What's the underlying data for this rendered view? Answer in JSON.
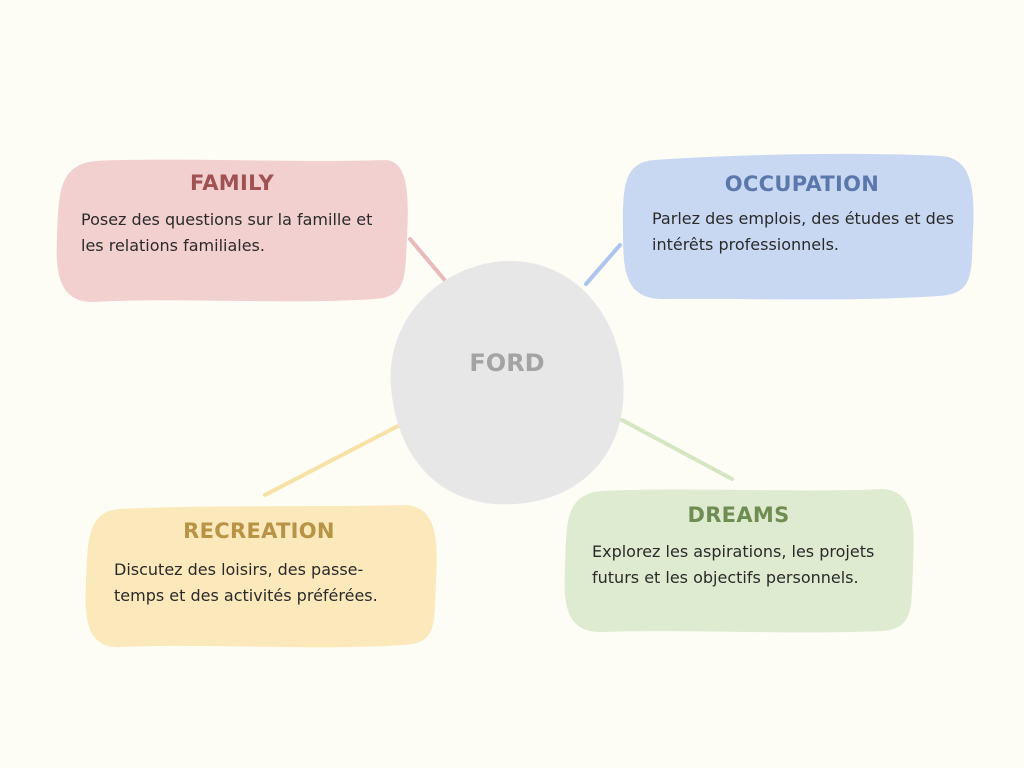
{
  "center": {
    "label": "FORD",
    "fill": "#e7e7e7",
    "text_color": "#a3a3a3"
  },
  "nodes": [
    {
      "id": "family",
      "title": "FAMILY",
      "body": "Posez des questions sur la famille et les relations familiales.",
      "fill": "#f3d0d0",
      "title_color": "#a05252",
      "line_color": "#eab9b9"
    },
    {
      "id": "occupation",
      "title": "OCCUPATION",
      "body": "Parlez des emplois, des études et des intérêts professionnels.",
      "fill": "#c9d8f2",
      "title_color": "#5b78ad",
      "line_color": "#adc5ee"
    },
    {
      "id": "recreation",
      "title": "RECREATION",
      "body": "Discutez des loisirs, des passe-temps et des activités préférées.",
      "fill": "#fbe9bb",
      "title_color": "#b89245",
      "line_color": "#f7e2a6"
    },
    {
      "id": "dreams",
      "title": "DREAMS",
      "body": "Explorez les aspirations, les projets futurs et les objectifs personnels.",
      "fill": "#dfebd0",
      "title_color": "#6f8d52",
      "line_color": "#d4e6c2"
    }
  ]
}
